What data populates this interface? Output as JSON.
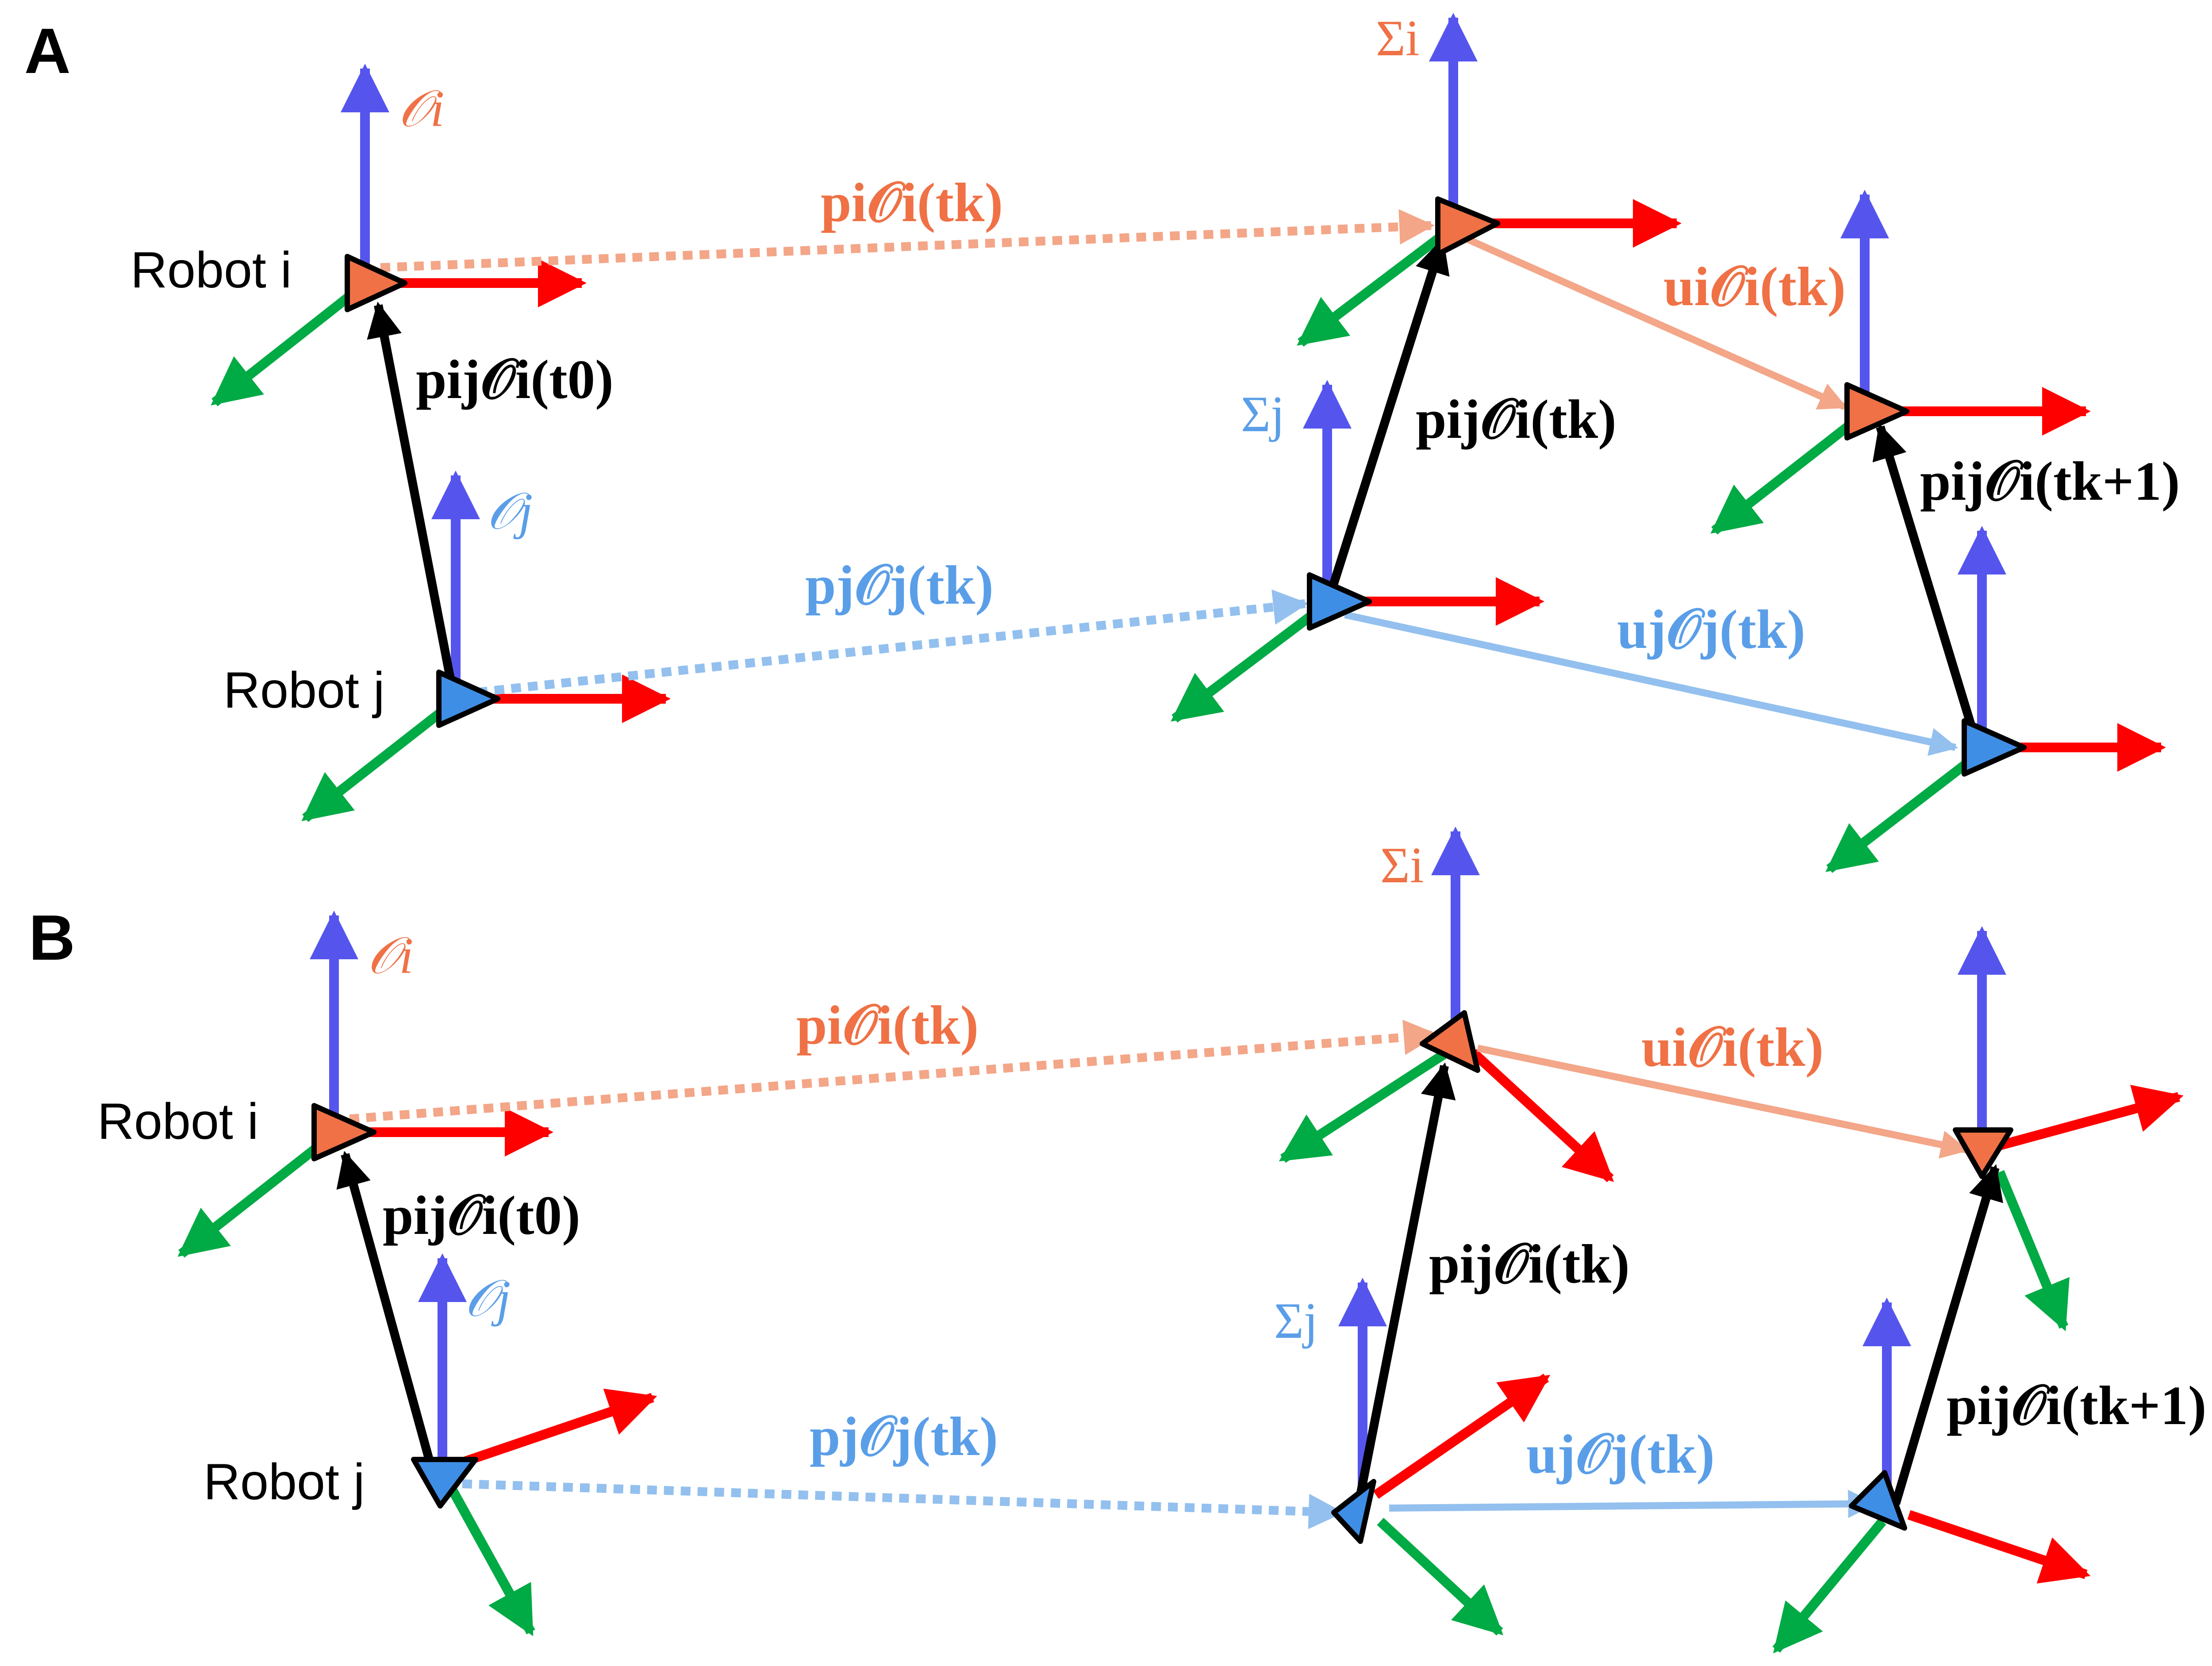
{
  "colors": {
    "robot_i_fill": "#ef7145",
    "robot_j_fill": "#3f8ee5",
    "orange_text": "#ef7145",
    "blue_text": "#5a9ee8",
    "pos_i_line": "#f3a688",
    "pos_j_line": "#93c0ee",
    "x_axis": "#ff0000",
    "y_axis": "#00aa44",
    "z_axis": "#5555ee",
    "relative_vector": "#000000"
  },
  "panels": [
    {
      "letter": "A",
      "robot_i_label": "Robot i",
      "robot_j_label": "Robot j",
      "frame_Oi": "𝒪i",
      "frame_Oj": "𝒪j",
      "frame_Sigma_i": "Σi",
      "frame_Sigma_j": "Σj",
      "label_pi": "pi𝒪i(tk)",
      "label_pj": "pj𝒪j(tk)",
      "label_ui": "ui𝒪i(tk)",
      "label_uj": "uj𝒪j(tk)",
      "label_pij_t0": "pij𝒪i(t0)",
      "label_pij_tk": "pij𝒪i(tk)",
      "label_pij_tk1": "pij𝒪i(tk+1)"
    },
    {
      "letter": "B",
      "robot_i_label": "Robot i",
      "robot_j_label": "Robot j",
      "frame_Oi": "𝒪i",
      "frame_Oj": "𝒪j",
      "frame_Sigma_i": "Σi",
      "frame_Sigma_j": "Σj",
      "label_pi": "pi𝒪i(tk)",
      "label_pj": "pj𝒪j(tk)",
      "label_ui": "ui𝒪i(tk)",
      "label_uj": "uj𝒪j(tk)",
      "label_pij_t0": "pij𝒪i(t0)",
      "label_pij_tk": "pij𝒪i(tk)",
      "label_pij_tk1": "pij𝒪i(tk+1)"
    }
  ]
}
